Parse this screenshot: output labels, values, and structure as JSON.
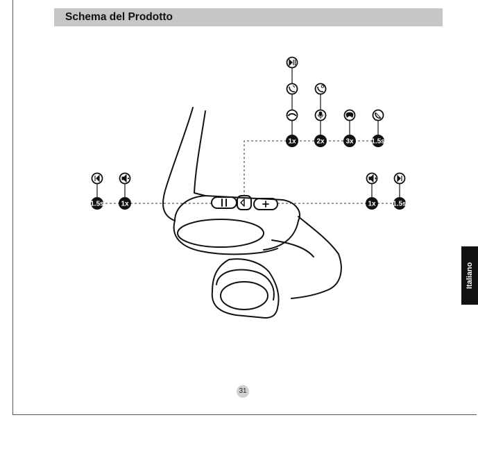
{
  "header": {
    "title": "Schema del Prodotto"
  },
  "side_tab": {
    "label": "Italiano"
  },
  "page_number": "31",
  "controls": {
    "left": {
      "press_labels": [
        "1.5s",
        "1x"
      ],
      "actions": [
        "previous-track-icon",
        "volume-down-icon"
      ]
    },
    "center": {
      "press_labels": [
        "1x",
        "2x",
        "3x",
        "1.5s"
      ],
      "actions": {
        "1x": [
          "play-pause-icon",
          "answer-call-icon",
          "end-call-icon"
        ],
        "2x": [
          "call-swap-icon",
          "microphone-icon"
        ],
        "3x": [
          "game-mode-icon"
        ],
        "1.5s": [
          "reject-call-icon"
        ]
      }
    },
    "right": {
      "press_labels": [
        "1x",
        "1.5s"
      ],
      "actions": [
        "volume-up-icon",
        "next-track-icon"
      ]
    }
  },
  "colors": {
    "header_band": "#c6c6c6",
    "badge": "#111111",
    "text": "#111111"
  }
}
